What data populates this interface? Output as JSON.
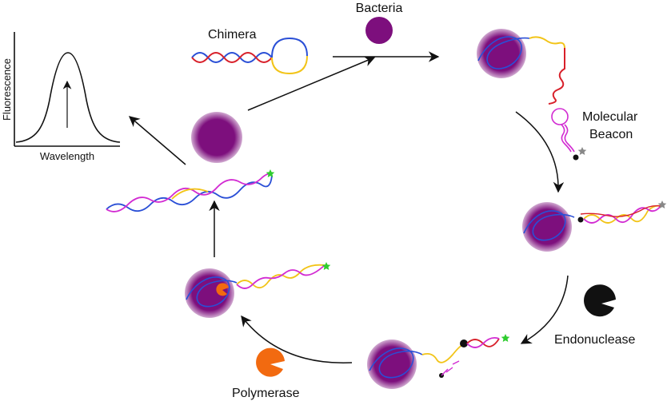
{
  "labels": {
    "bacteria": "Bacteria",
    "chimera": "Chimera",
    "molecular_beacon_line1": "Molecular",
    "molecular_beacon_line2": "Beacon",
    "endonuclease": "Endonuclease",
    "polymerase": "Polymerase",
    "fluorescence_axis": "Fluorescence",
    "wavelength_axis": "Wavelength"
  },
  "colors": {
    "bacteria": "#7d0f7d",
    "aptamer_blue": "#2a4fd6",
    "primer_red": "#d8202a",
    "loop_yellow": "#f2c418",
    "beacon_magenta": "#d22bd2",
    "fluorophore_green": "#2ecc2e",
    "quencher_black": "#111111",
    "polymerase_orange": "#f26a10",
    "arrow": "#111111"
  },
  "icons": {
    "bacteria": "purple-sphere",
    "endonuclease": "pacman-black",
    "polymerase": "pacman-orange",
    "fluorophore": "green-star",
    "quencher": "black-dot"
  }
}
